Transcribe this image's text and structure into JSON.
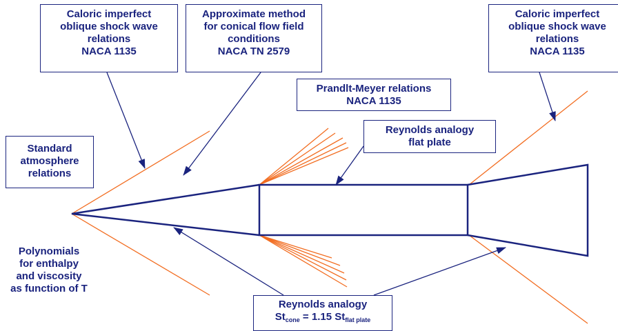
{
  "colors": {
    "vehicle": "#1a237e",
    "shock": "#f26d21",
    "arrow": "#1a237e",
    "text": "#1a237e"
  },
  "labels": {
    "caloric_left": [
      "Caloric imperfect",
      "oblique shock wave",
      "relations",
      "NACA 1135"
    ],
    "approx_method": [
      "Approximate method",
      "for conical flow field",
      "conditions",
      "NACA TN 2579"
    ],
    "caloric_right": [
      "Caloric imperfect",
      "oblique shock wave",
      "relations",
      "NACA 1135"
    ],
    "prandtl": [
      "Prandlt-Meyer relations",
      "NACA 1135"
    ],
    "reynolds_flat": [
      "Reynolds analogy",
      "flat plate"
    ],
    "standard_atm": [
      "Standard",
      "atmosphere",
      "relations"
    ],
    "polynomials": [
      "Polynomials",
      "for enthalpy",
      "and viscosity",
      "as function of T"
    ],
    "reynolds_cone": {
      "line1": "Reynolds analogy",
      "st": "St",
      "cone_sub": "cone",
      "equals": " = 1.15 St",
      "flat_sub": "flat plate"
    }
  }
}
